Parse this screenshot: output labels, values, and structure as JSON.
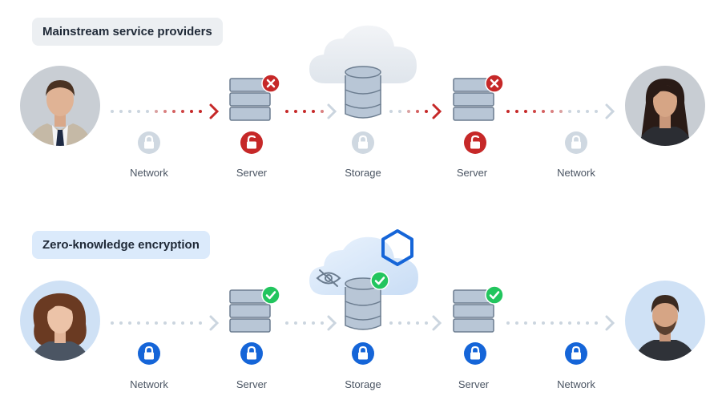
{
  "sections": [
    {
      "title": "Mainstream service providers",
      "labels": [
        "Network",
        "Server",
        "Storage",
        "Server",
        "Network"
      ]
    },
    {
      "title": "Zero-knowledge encryption",
      "labels": [
        "Network",
        "Server",
        "Storage",
        "Server",
        "Network"
      ]
    }
  ],
  "colors": {
    "red": "#c62828",
    "green": "#22c55e",
    "blue": "#1565d8",
    "gray": "#cbd5df",
    "node_fill": "#b8c6d6",
    "node_stroke": "#6b7c8f"
  },
  "icons": {
    "unsecure_server": "x-mark-icon",
    "secure_server": "checkmark-icon",
    "hidden": "eye-slash-icon",
    "brand": "hexagon-logo-icon"
  }
}
